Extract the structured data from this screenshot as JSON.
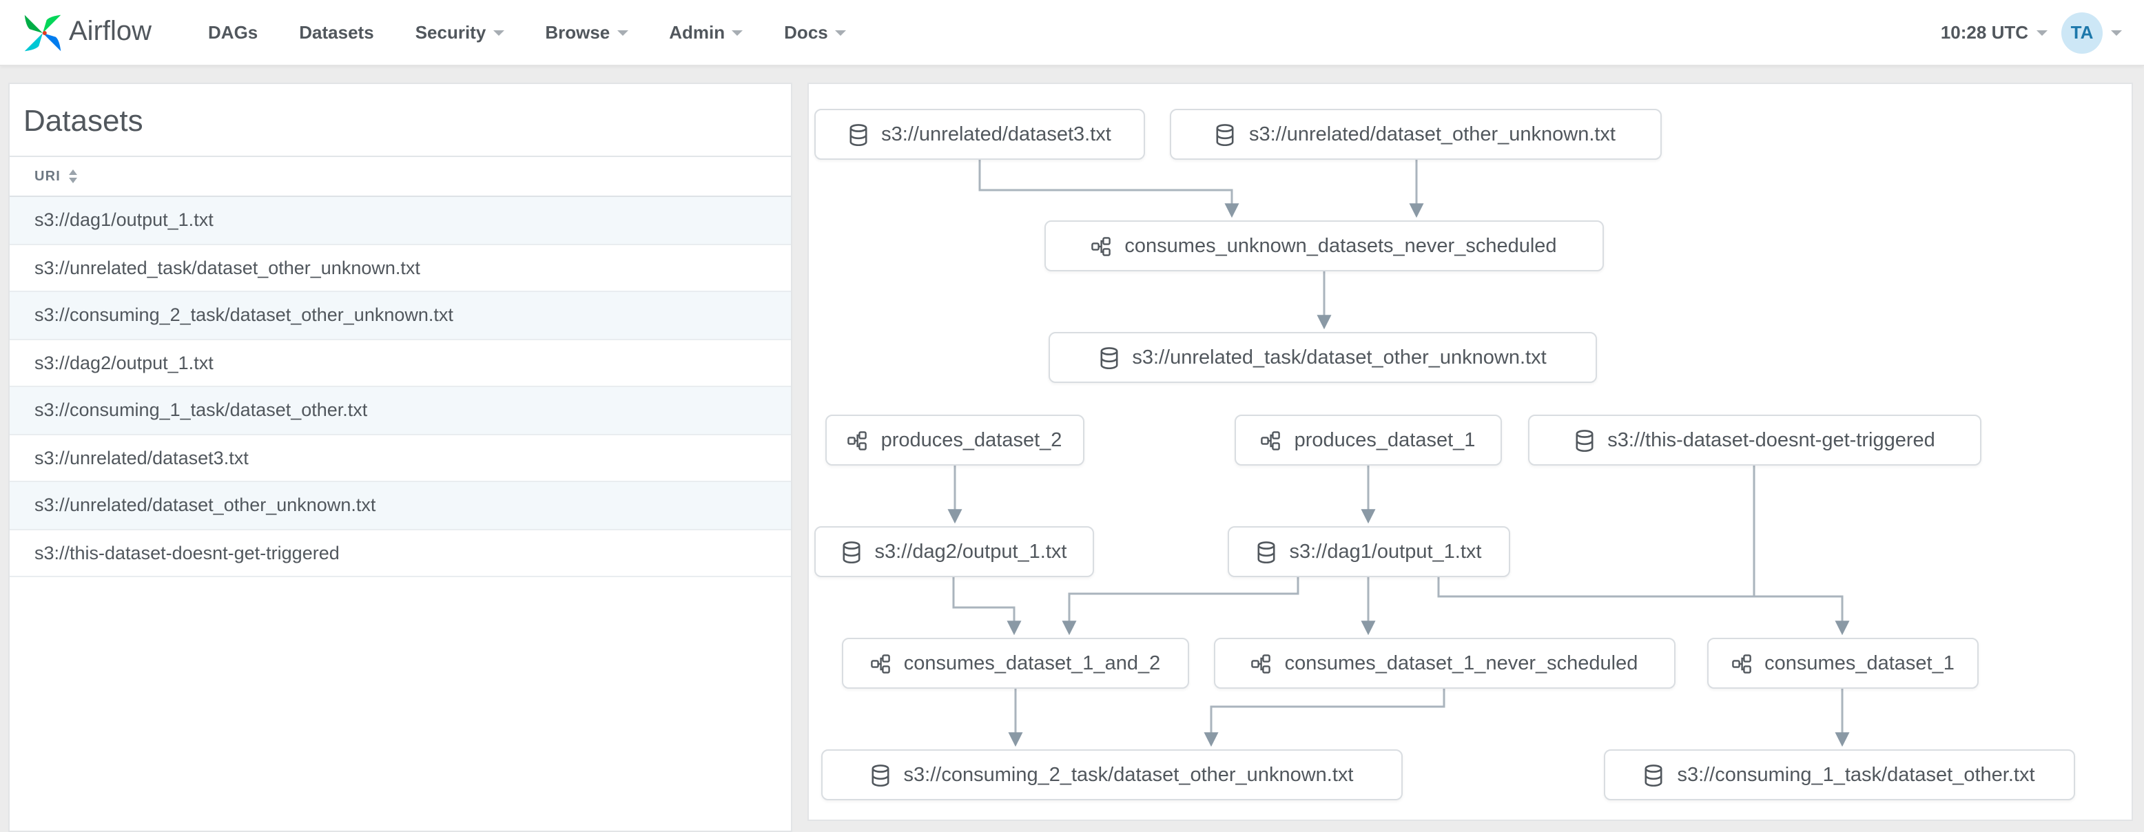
{
  "navbar": {
    "brand": "Airflow",
    "items": [
      "DAGs",
      "Datasets",
      "Security",
      "Browse",
      "Admin",
      "Docs"
    ],
    "clock": "10:28 UTC",
    "avatar": "TA"
  },
  "datasets_panel": {
    "heading": "Datasets",
    "table": {
      "uri_header": "URI",
      "rows": [
        "s3://dag1/output_1.txt",
        "s3://unrelated_task/dataset_other_unknown.txt",
        "s3://consuming_2_task/dataset_other_unknown.txt",
        "s3://dag2/output_1.txt",
        "s3://consuming_1_task/dataset_other.txt",
        "s3://unrelated/dataset3.txt",
        "s3://unrelated/dataset_other_unknown.txt",
        "s3://this-dataset-doesnt-get-triggered"
      ]
    }
  },
  "graph": {
    "nodes": [
      {
        "type": "dataset",
        "label": "s3://unrelated/dataset3.txt"
      },
      {
        "type": "dataset",
        "label": "s3://unrelated/dataset_other_unknown.txt"
      },
      {
        "type": "dag",
        "label": "consumes_unknown_datasets_never_scheduled"
      },
      {
        "type": "dataset",
        "label": "s3://unrelated_task/dataset_other_unknown.txt"
      },
      {
        "type": "dag",
        "label": "produces_dataset_2"
      },
      {
        "type": "dag",
        "label": "produces_dataset_1"
      },
      {
        "type": "dataset",
        "label": "s3://this-dataset-doesnt-get-triggered"
      },
      {
        "type": "dataset",
        "label": "s3://dag2/output_1.txt"
      },
      {
        "type": "dataset",
        "label": "s3://dag1/output_1.txt"
      },
      {
        "type": "dag",
        "label": "consumes_dataset_1_and_2"
      },
      {
        "type": "dag",
        "label": "consumes_dataset_1_never_scheduled"
      },
      {
        "type": "dag",
        "label": "consumes_dataset_1"
      },
      {
        "type": "dataset",
        "label": "s3://consuming_2_task/dataset_other_unknown.txt"
      },
      {
        "type": "dataset",
        "label": "s3://consuming_1_task/dataset_other.txt"
      }
    ]
  },
  "colors": {
    "brand_blue": "#017CEE",
    "brand_green": "#00AD46",
    "brand_teal": "#00C7D4",
    "edge": "#aab4bd",
    "avatar_bg": "#cde7f6",
    "avatar_text": "#1d78ab"
  }
}
